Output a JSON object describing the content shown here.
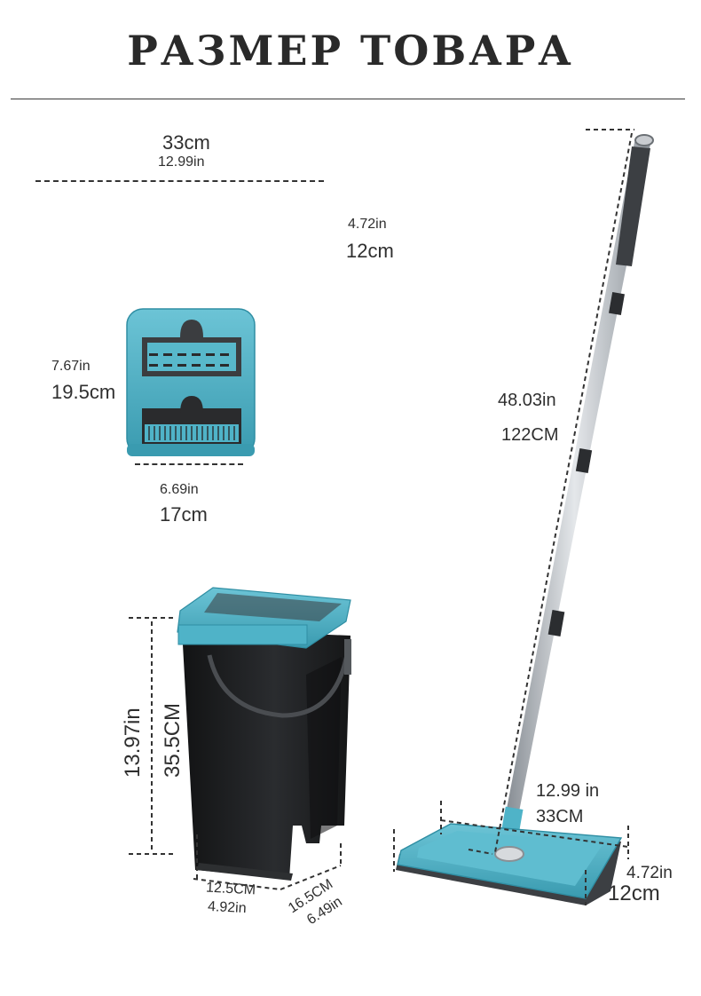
{
  "title": "РАЗМЕР ТОВАРА",
  "dimensions": {
    "width_top": {
      "cm": "33cm",
      "in": "12.99in"
    },
    "lid_depth": {
      "in": "4.72in",
      "cm": "12cm"
    },
    "lid_height": {
      "in": "7.67in",
      "cm": "19.5cm"
    },
    "lid_width": {
      "in": "6.69in",
      "cm": "17cm"
    },
    "handle_length": {
      "in": "48.03in",
      "cm": "122CM"
    },
    "bucket_height": {
      "in": "13.97in",
      "cm": "35.5CM"
    },
    "bucket_width": {
      "cm": "12.5CM",
      "in": "4.92in"
    },
    "bucket_depth": {
      "cm": "16.5CM",
      "in": "6.49in"
    },
    "mop_pad_length": {
      "in": "12.99 in",
      "cm": "33CM"
    },
    "mop_pad_width": {
      "in": "4.72in",
      "cm": "12cm"
    }
  },
  "colors": {
    "teal": "#4fb3c8",
    "teal_dark": "#2f8ea3",
    "bucket_black": "#1e1f21",
    "steel": "#a8adb3"
  }
}
